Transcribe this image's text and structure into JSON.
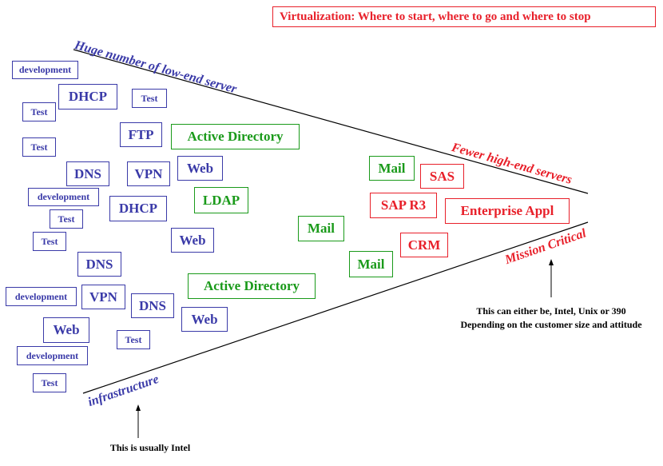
{
  "title": "Virtualization:  Where to start, where to go and where to stop",
  "labels": {
    "low_end": "Huge number of low-end server",
    "high_end": "Fewer high-end servers",
    "infrastructure": "infrastructure",
    "mission_critical": "Mission Critical"
  },
  "notes": {
    "intel": "This is usually Intel",
    "platform_line1": "This can either be, Intel, Unix or 390",
    "platform_line2": "Depending on the customer size and attitude"
  },
  "boxes": {
    "development": "development",
    "test": "Test",
    "dhcp": "DHCP",
    "ftp": "FTP",
    "dns": "DNS",
    "vpn": "VPN",
    "web": "Web",
    "active_directory": "Active Directory",
    "ldap": "LDAP",
    "mail": "Mail",
    "sas": "SAS",
    "sap_r3": "SAP R3",
    "enterprise_appl": "Enterprise Appl",
    "crm": "CRM"
  },
  "colors": {
    "blue": "#3a3aa8",
    "green": "#1a9a1a",
    "red": "#e8202a"
  }
}
